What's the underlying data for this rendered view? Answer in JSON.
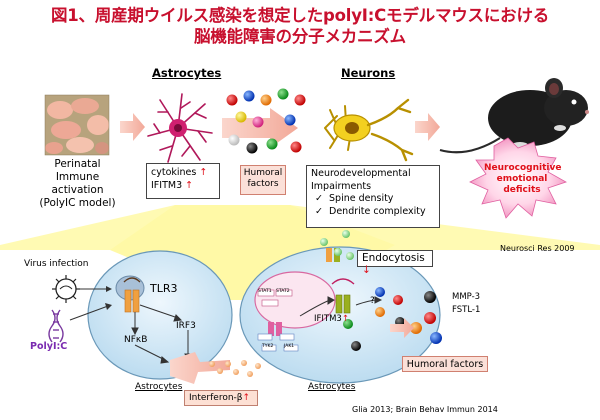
{
  "title": {
    "line1": "図1、周産期ウイルス感染を想定したpolyI:Cモデルマウスにおける",
    "line2": "脳機能障害の分子メカニズム"
  },
  "headers": {
    "astrocytes": "Astrocytes",
    "neurons": "Neurons"
  },
  "perinatal": {
    "line1": "Perinatal",
    "line2": "Immune activation",
    "line3": "(PolyIC model)"
  },
  "cytokines_box": {
    "line1": "cytokines",
    "line2": "IFITM3",
    "arrow": "↑"
  },
  "humoral_small": {
    "line1": "Humoral",
    "line2": "factors"
  },
  "neuro_box": {
    "line1": "Neurodevelopmental",
    "line2": "Impairments",
    "item1": "Spine density",
    "item2": "Dendrite complexity",
    "check": "✓"
  },
  "deficits": {
    "line1": "Neurocognitive",
    "line2": "emotional",
    "line3": "deficits"
  },
  "citations": {
    "neurosci": "Neurosci Res 2009",
    "glia": "Glia 2013;  Brain Behav Immun 2014"
  },
  "lower": {
    "virus_infection": "Virus infection",
    "polyic": "PolyI:C",
    "tlr3": "TLR3",
    "irf3": "IRF3",
    "nfkb": "NFκB",
    "astrocytes_left": "Astrocytes",
    "astrocytes_right": "Astrocytes",
    "interferon": "Interferon-β",
    "interferon_arrow": "↑",
    "endocytosis": "Endocytosis",
    "endocytosis_arrow": "↓",
    "ifitm3": "IFITM3",
    "ifitm3_arrow": "↑",
    "question": "?",
    "mmp3": "MMP-3",
    "fstl1": "FSTL-1",
    "humoral_factors": "Humoral factors",
    "stat1": "STAT1",
    "stat2": "STAT2",
    "jak1": "JAK1",
    "tyk2": "TYK2"
  },
  "colors": {
    "title": "#c8102e",
    "cell_fill": "#d7ecf8",
    "arrow_pink": "#f4b9ae",
    "highlight": "#fff9a6"
  }
}
